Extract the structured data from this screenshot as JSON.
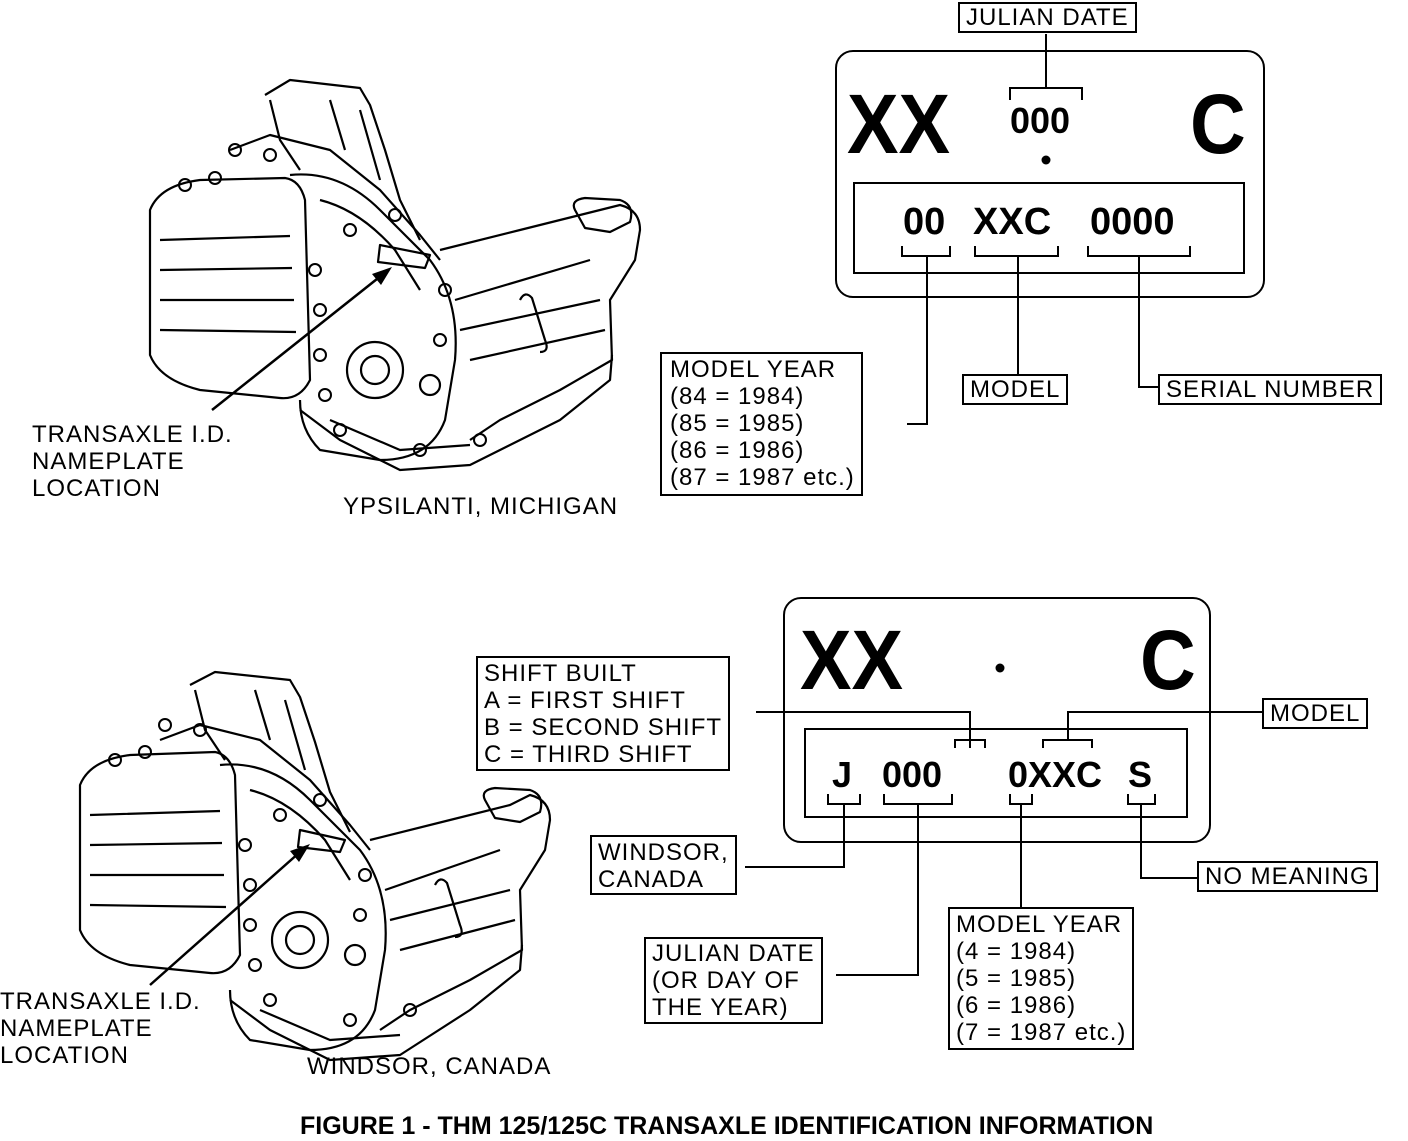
{
  "top": {
    "julian_date_label": "JULIAN DATE",
    "plate_left": "XX",
    "plate_julian": "000",
    "plate_right": "C",
    "code_year": "00",
    "code_model": "XXC",
    "code_serial": "0000",
    "model_year_lines": [
      "MODEL YEAR",
      "(84  =  1984)",
      "(85  =  1985)",
      "(86  =  1986)",
      "(87  =  1987 etc.)"
    ],
    "model_label": "MODEL",
    "serial_label": "SERIAL NUMBER",
    "nameplate_lines": [
      "TRANSAXLE I.D.",
      "NAMEPLATE",
      "LOCATION"
    ],
    "location_caption": "YPSILANTI, MICHIGAN"
  },
  "bottom": {
    "plate_left": "XX",
    "plate_right": "C",
    "code_j": "J",
    "code_julian": "000",
    "code_model": "0XXC",
    "code_s": "S",
    "shift_lines": [
      "SHIFT BUILT",
      "A  =  FIRST SHIFT",
      "B  =  SECOND SHIFT",
      "C  =  THIRD SHIFT"
    ],
    "model_label": "MODEL",
    "windsor_lines": [
      "WINDSOR,",
      "CANADA"
    ],
    "no_meaning_label": "NO MEANING",
    "julian_lines": [
      "JULIAN DATE",
      "(OR DAY OF",
      "THE YEAR)"
    ],
    "model_year_lines": [
      "MODEL YEAR",
      "(4  =  1984)",
      "(5  =  1985)",
      "(6  =  1986)",
      "(7  =  1987 etc.)"
    ],
    "nameplate_lines": [
      "TRANSAXLE I.D.",
      "NAMEPLATE",
      "LOCATION"
    ],
    "location_caption": "WINDSOR, CANADA"
  },
  "figure_caption": "FIGURE 1 - THM 125/125C TRANSAXLE IDENTIFICATION INFORMATION"
}
